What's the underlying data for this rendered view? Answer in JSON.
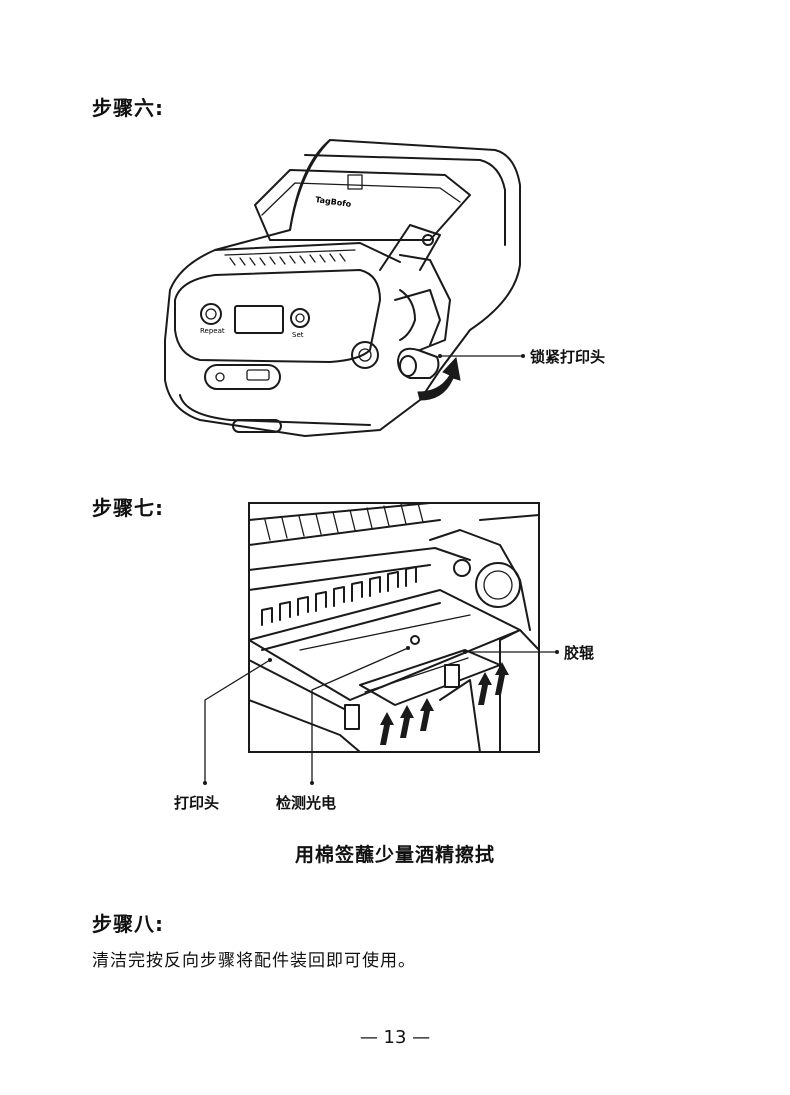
{
  "steps": [
    {
      "title": "步骤六:"
    },
    {
      "title": "步骤七:"
    },
    {
      "title": "步骤八:"
    }
  ],
  "figure1": {
    "callout_lock": "锁紧打印头",
    "device_labels": {
      "left_button": "Repeat",
      "right_button": "Set",
      "brand": "TagBofo"
    }
  },
  "figure2": {
    "callout_roller": "胶辊",
    "callout_printhead": "打印头",
    "callout_sensor": "检测光电",
    "caption": "用棉签蘸少量酒精擦拭"
  },
  "step8_text": "清洁完按反向步骤将配件装回即可使用。",
  "page_number": "— 13 —"
}
